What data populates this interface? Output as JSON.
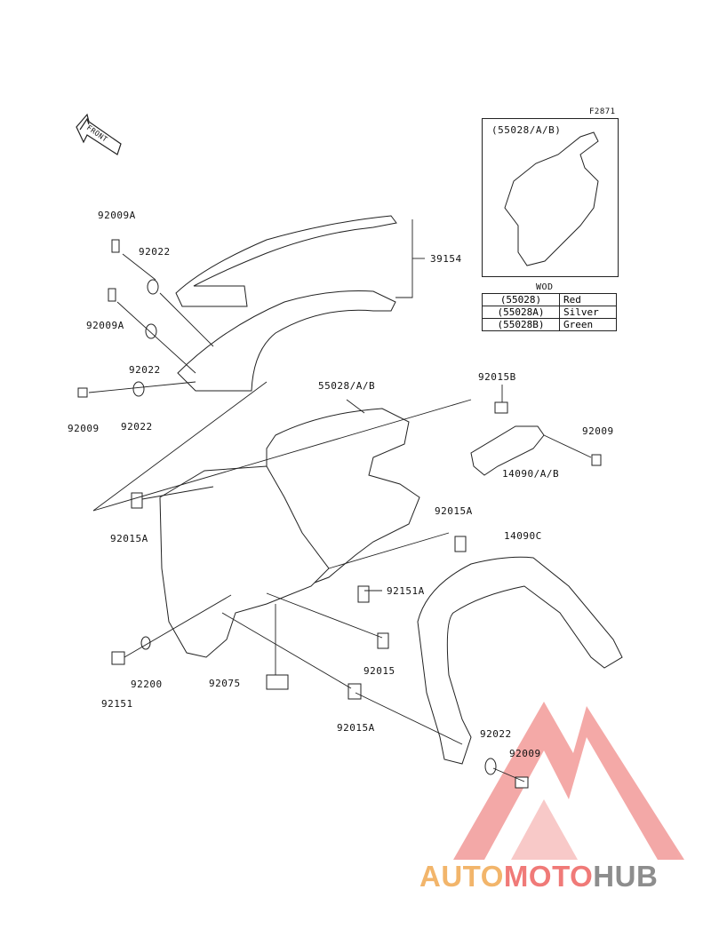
{
  "figure_id": "F2871",
  "front_label": "FRONT",
  "inset": {
    "title": "(55028/A/B)"
  },
  "color_table": {
    "header": "WOD",
    "rows": [
      {
        "code": "(55028)",
        "color": "Red"
      },
      {
        "code": "(55028A)",
        "color": "Silver"
      },
      {
        "code": "(55028B)",
        "color": "Green"
      }
    ]
  },
  "parts": [
    {
      "id": "p1",
      "label": "92009A"
    },
    {
      "id": "p2",
      "label": "92022"
    },
    {
      "id": "p3",
      "label": "39154"
    },
    {
      "id": "p4",
      "label": "92009A"
    },
    {
      "id": "p5",
      "label": "92022"
    },
    {
      "id": "p6",
      "label": "92009"
    },
    {
      "id": "p7",
      "label": "92022"
    },
    {
      "id": "p8",
      "label": "55028/A/B"
    },
    {
      "id": "p9",
      "label": "92015B"
    },
    {
      "id": "p10",
      "label": "92009"
    },
    {
      "id": "p11",
      "label": "14090/A/B"
    },
    {
      "id": "p12",
      "label": "92015A"
    },
    {
      "id": "p13",
      "label": "92015A"
    },
    {
      "id": "p14",
      "label": "14090C"
    },
    {
      "id": "p15",
      "label": "92151A"
    },
    {
      "id": "p16",
      "label": "92015"
    },
    {
      "id": "p17",
      "label": "92200"
    },
    {
      "id": "p18",
      "label": "92151"
    },
    {
      "id": "p19",
      "label": "92075"
    },
    {
      "id": "p20",
      "label": "92015A"
    },
    {
      "id": "p21",
      "label": "92022"
    },
    {
      "id": "p22",
      "label": "92009"
    }
  ],
  "watermark": {
    "part1": "AUTO",
    "part2": "MOTO",
    "part3": "HUB"
  },
  "colors": {
    "line": "#222222",
    "watermark_triangle": "#f08c8a",
    "watermark_orange": "#f2b56b",
    "watermark_red": "#f07a78",
    "watermark_gray": "#8d8d8d"
  }
}
